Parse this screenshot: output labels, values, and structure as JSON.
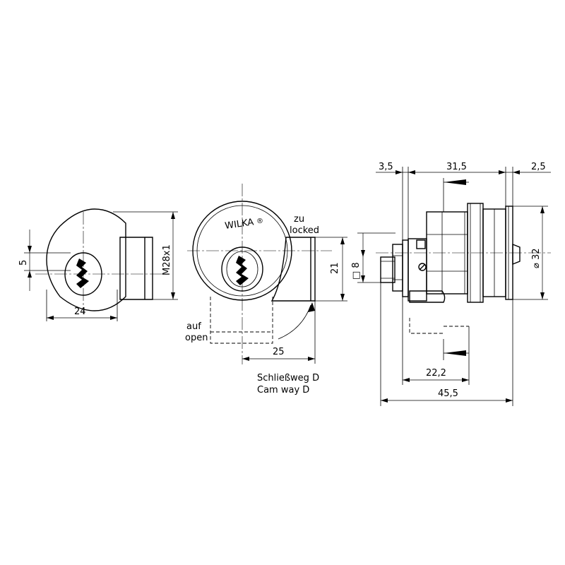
{
  "brand": "WILKA",
  "brand_mark": "®",
  "views": {
    "rear": {
      "dim_width": "24",
      "dim_key": "5",
      "dim_thread": "M28x1"
    },
    "front": {
      "label_locked_de": "zu",
      "label_locked_en": "locked",
      "label_open_de": "auf",
      "label_open_en": "open",
      "dim_cam_height": "21",
      "dim_cam_reach": "25",
      "camway_de": "Schließweg D",
      "camway_en": "Cam way D"
    },
    "side": {
      "dim_flange_left": "3,5",
      "dim_body": "31,5",
      "dim_flange_right": "2,5",
      "dim_square": "□ 8",
      "dim_diameter": "⌀ 32",
      "dim_partial": "22,2",
      "dim_total": "45,5"
    }
  }
}
